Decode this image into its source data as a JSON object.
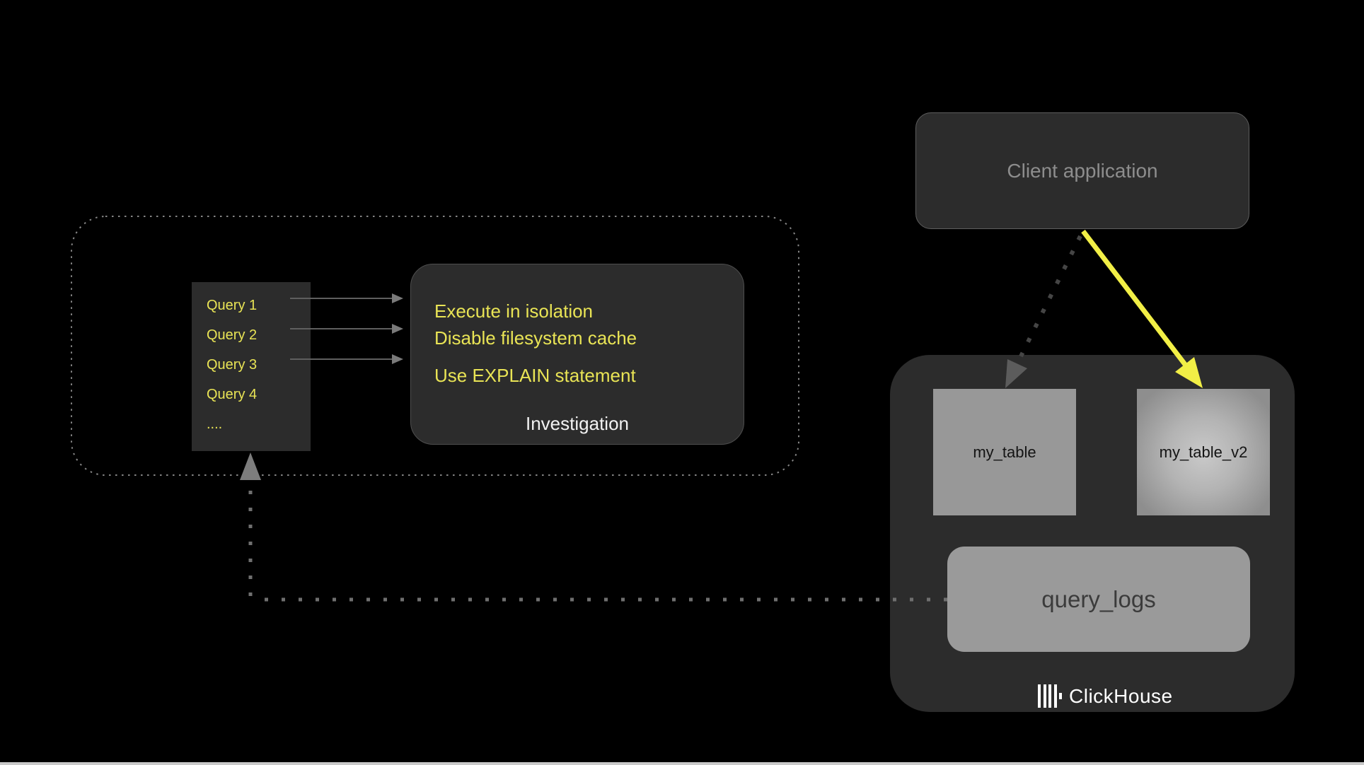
{
  "colors": {
    "background": "#000000",
    "panel_dark": "#2c2c2c",
    "yellow": "#e9e455",
    "yellow_arrow": "#f2ef46",
    "gray_text": "#8d8d8d",
    "white_text": "#f2f2f2",
    "table_gray": "#989898",
    "table_text": "#141414",
    "logs_text": "#3b3b3b"
  },
  "client_application": {
    "label": "Client application"
  },
  "queries": {
    "items": [
      "Query 1",
      "Query 2",
      "Query 3",
      "Query 4",
      "...."
    ]
  },
  "investigation": {
    "tips": [
      "Execute in isolation",
      "Disable filesystem cache",
      "Use EXPLAIN statement"
    ],
    "label": "Investigation"
  },
  "clickhouse": {
    "my_table_label": "my_table",
    "my_table_v2_label": "my_table_v2",
    "query_logs_label": "query_logs",
    "brand": "ClickHouse"
  }
}
